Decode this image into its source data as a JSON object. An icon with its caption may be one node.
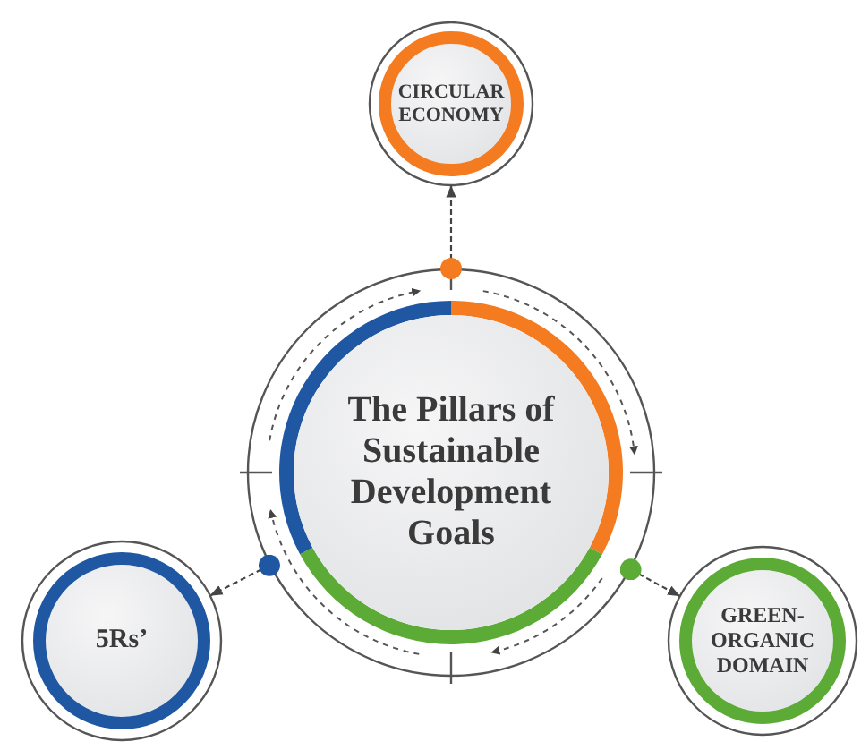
{
  "diagram": {
    "nodes": [
      {
        "text": [
          "CIRCULAR ECONOMY"
        ]
      },
      {
        "text": [
          "The Pillars of Sustainable Development Goals"
        ]
      },
      {
        "text": [
          "5Rs’"
        ]
      },
      {
        "text": [
          "GREEN- ORGANIC DOMAIN"
        ]
      }
    ],
    "edges": [
      {
        "from": 1,
        "to": 0,
        "arrow": "to",
        "style": "dashed"
      },
      {
        "from": 1,
        "to": 2,
        "arrow": "to",
        "style": "dashed"
      },
      {
        "from": 1,
        "to": 3,
        "arrow": "to",
        "style": "dashed"
      }
    ]
  }
}
